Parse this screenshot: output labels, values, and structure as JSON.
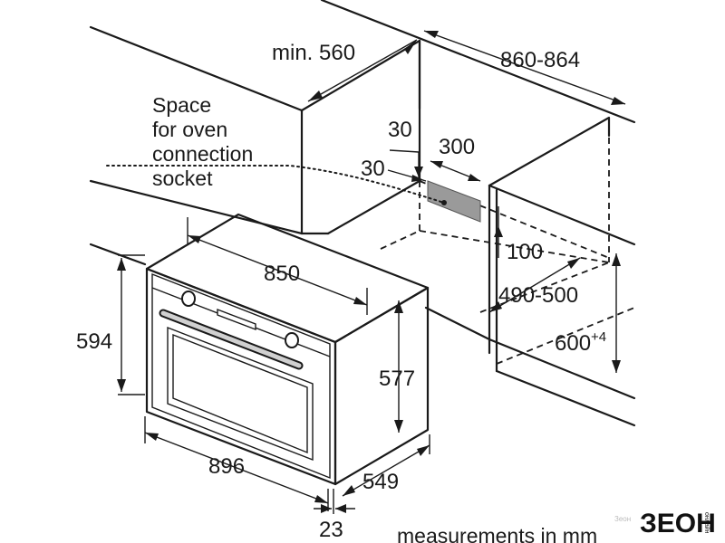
{
  "dimensions": {
    "cabinet_depth_min": "min. 560",
    "cabinet_width": "860-864",
    "socket_offset_top": "30",
    "socket_width": "300",
    "socket_offset_side": "30",
    "socket_height": "100",
    "niche_depth": "490-500",
    "niche_height": "600",
    "niche_height_tolerance": "+4",
    "oven_body_width": "850",
    "oven_front_height": "594",
    "oven_body_height": "577",
    "oven_front_width": "896",
    "oven_depth": "549",
    "front_panel_thickness": "23"
  },
  "notes": {
    "socket_line1": "Space",
    "socket_line2": "for oven",
    "socket_line3": "connection",
    "socket_line4": "socket",
    "units": "measurements in mm"
  },
  "brand": {
    "logo_text": "ЗЕОН",
    "logo_side_text": "онлайн",
    "watermark": "Зеон"
  }
}
